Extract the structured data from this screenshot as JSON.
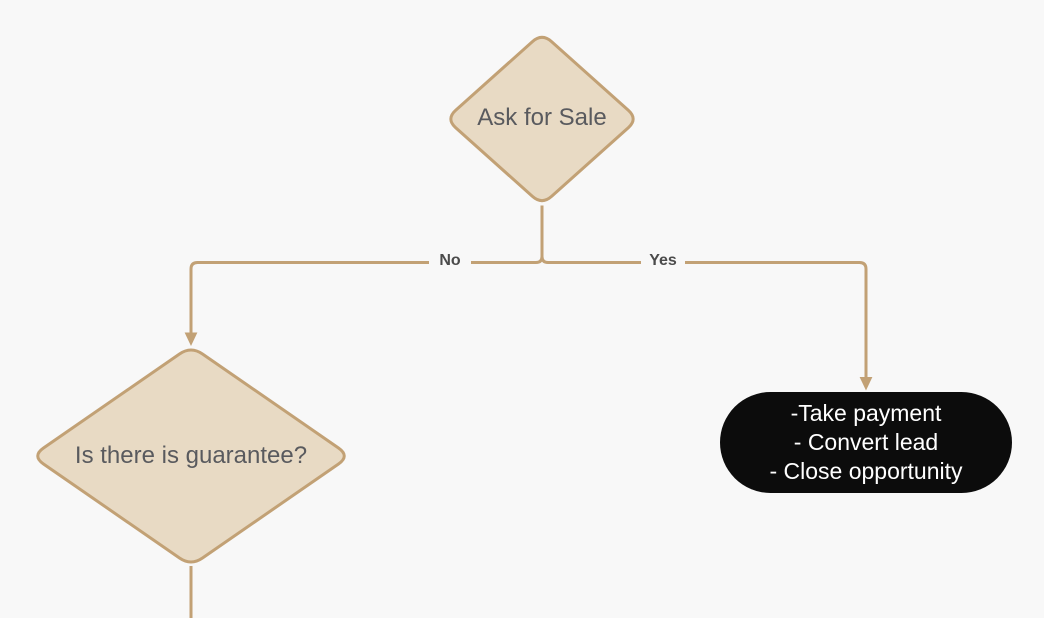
{
  "canvas": {
    "background_color": "#f8f8f8"
  },
  "colors": {
    "decision_fill": "#e8dac4",
    "decision_stroke": "#c2a175",
    "connector": "#c2a175",
    "decision_text": "#595a5e",
    "edge_label_text": "#4b4b4b",
    "terminal_fill": "#0c0c0c",
    "terminal_text": "#ffffff"
  },
  "nodes": {
    "ask_for_sale": {
      "type": "decision",
      "label": "Ask for Sale"
    },
    "guarantee": {
      "type": "decision",
      "label": "Is there is guarantee?"
    },
    "actions": {
      "type": "terminal",
      "lines": [
        "-Take payment",
        "- Convert lead",
        "- Close opportunity"
      ]
    }
  },
  "edges": {
    "no": {
      "label": "No",
      "from": "ask_for_sale",
      "to": "guarantee"
    },
    "yes": {
      "label": "Yes",
      "from": "ask_for_sale",
      "to": "actions"
    },
    "guarantee_down": {
      "label": "",
      "from": "guarantee",
      "to": ""
    }
  }
}
